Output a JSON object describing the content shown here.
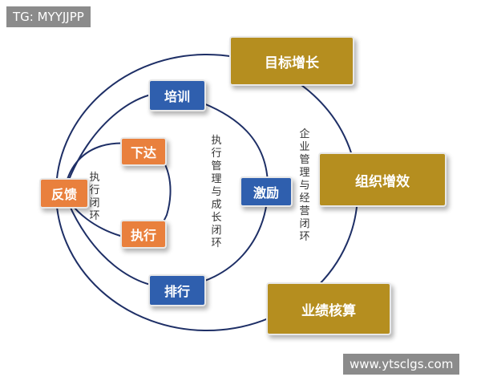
{
  "watermark_top": "TG: MYYJJPP",
  "watermark_bottom": "www.ytsclgs.com",
  "nodes": {
    "goal_growth": "目标增长",
    "org_effectiveness": "组织增效",
    "performance_accounting": "业绩核算",
    "training": "培训",
    "incentive": "激励",
    "ranking": "排行",
    "assign": "下达",
    "execute": "执行",
    "feedback": "反馈"
  },
  "loop_labels": {
    "execution_loop": "执行闭环",
    "growth_loop": "执行管理与成长闭环",
    "enterprise_loop": "企业管理与经营闭环"
  },
  "colors": {
    "gold": "#b58e1f",
    "blue": "#2f5fae",
    "orange": "#e9803d",
    "line": "#1e2f66"
  }
}
